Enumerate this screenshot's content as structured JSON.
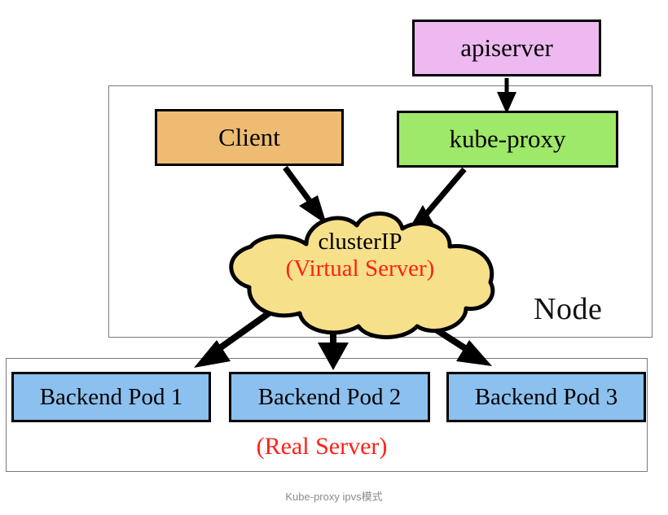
{
  "diagram": {
    "caption": "Kube-proxy ipvs模式",
    "containers": [
      {
        "id": "node",
        "label": "Node"
      },
      {
        "id": "backend",
        "label": ""
      }
    ],
    "nodes": [
      {
        "id": "apiserver",
        "label": "apiserver",
        "color": "#edb9f0"
      },
      {
        "id": "client",
        "label": "Client",
        "color": "#edbc72"
      },
      {
        "id": "kube-proxy",
        "label": "kube-proxy",
        "color": "#9ee86a"
      },
      {
        "id": "clusterip",
        "label_primary": "clusterIP",
        "label_secondary": "(Virtual Server)",
        "color": "#f7e08a"
      },
      {
        "id": "pod1",
        "label": "Backend Pod 1",
        "color": "#8cc0ee"
      },
      {
        "id": "pod2",
        "label": "Backend Pod 2",
        "color": "#8cc0ee"
      },
      {
        "id": "pod3",
        "label": "Backend Pod 3",
        "color": "#8cc0ee"
      }
    ],
    "annotations": {
      "real_server": "(Real Server)",
      "real_server_color": "#ff2016",
      "virtual_server_color": "#ff2016"
    },
    "edges": [
      {
        "from": "apiserver",
        "to": "kube-proxy"
      },
      {
        "from": "client",
        "to": "clusterip"
      },
      {
        "from": "kube-proxy",
        "to": "clusterip"
      },
      {
        "from": "clusterip",
        "to": "pod1"
      },
      {
        "from": "clusterip",
        "to": "pod2"
      },
      {
        "from": "clusterip",
        "to": "pod3"
      }
    ]
  }
}
